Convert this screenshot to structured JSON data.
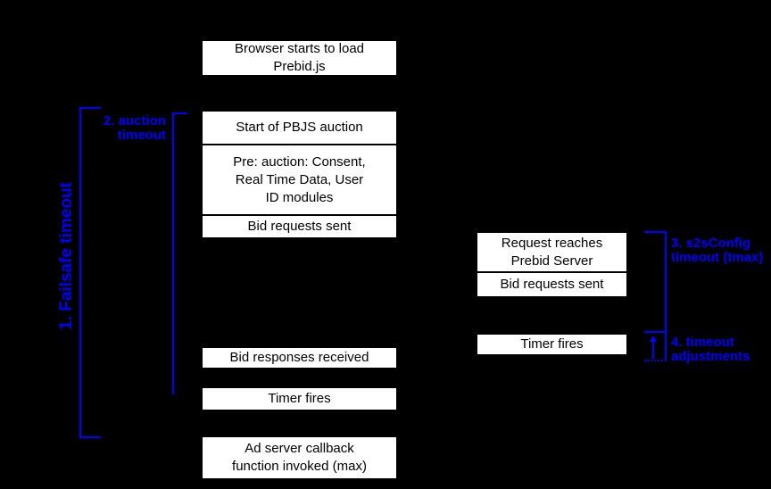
{
  "colors": {
    "background": "#000000",
    "box_bg": "#ffffff",
    "box_border": "#000000",
    "box_text": "#000000",
    "accent_blue": "#0000ff"
  },
  "client_timeline": {
    "browser_load": [
      "Browser starts to load",
      "Prebid.js"
    ],
    "start_auction": [
      "Start of PBJS auction"
    ],
    "pre_auction": [
      "Pre: auction: Consent,",
      "Real Time Data, User",
      "ID modules"
    ],
    "bid_requests_sent": [
      "Bid requests sent"
    ],
    "bid_responses_received": [
      "Bid responses received"
    ],
    "timer_fires": [
      "Timer fires"
    ],
    "ad_server_callback": [
      "Ad server callback",
      "function invoked (max)"
    ]
  },
  "server_timeline": {
    "request_reaches": [
      "Request reaches",
      "Prebid Server"
    ],
    "bid_requests_sent": [
      "Bid requests sent"
    ],
    "timer_fires": [
      "Timer fires"
    ]
  },
  "annotations": {
    "failsafe": "1. Failsafe timeout",
    "auction": [
      "2. auction",
      "timeout"
    ],
    "s2s": [
      "3. s2sConfig",
      "timeout (tmax)"
    ],
    "adjustments": [
      "4. timeout",
      "adjustments"
    ]
  }
}
